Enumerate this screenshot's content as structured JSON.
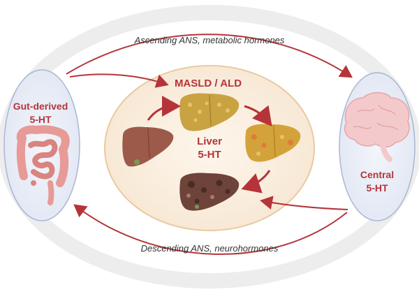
{
  "labels": {
    "top_arrow": "Ascending ANS, metabolic hormones",
    "bottom_arrow": "Descending ANS, neurohormones",
    "disease": "MASLD / ALD",
    "liver_line1": "Liver",
    "liver_line2": "5-HT",
    "gut_line1": "Gut-derived",
    "gut_line2": "5-HT",
    "central_line1": "Central",
    "central_line2": "5-HT"
  },
  "colors": {
    "arrow": "#b5343a",
    "label_red": "#b5343a",
    "liver_healthy": "#9c5a4a",
    "liver_fatty": "#c9a342",
    "liver_inflamed": "#d4a23a",
    "liver_cirrhotic": "#6e4339",
    "liver_oval_fill": "#fbf0e3",
    "liver_oval_stroke": "#e9c9a2",
    "side_oval_fill": "#e9edf7",
    "side_oval_stroke": "#a9b6d3",
    "brain": "#f4c9cb",
    "intestine": "#e79a96"
  },
  "icons": {
    "gut": "intestine-icon",
    "brain": "brain-icon",
    "liver_healthy": "healthy-liver-icon",
    "liver_fatty": "fatty-liver-icon",
    "liver_inflamed": "inflamed-liver-icon",
    "liver_cirrhotic": "cirrhotic-liver-icon"
  }
}
